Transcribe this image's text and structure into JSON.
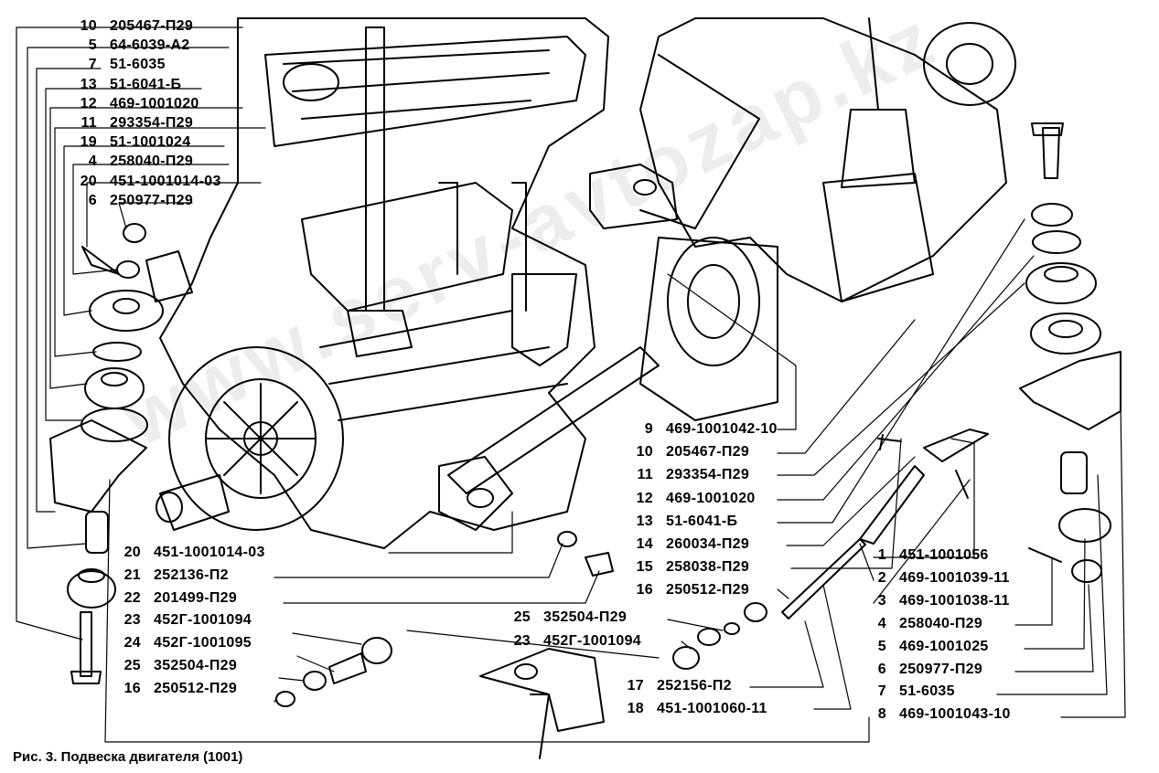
{
  "watermark": "www.serv-avtozap.kz",
  "caption": "Рис. 3. Подвеска двигателя (1001)",
  "labels_top_left": [
    {
      "num": "10",
      "part": "205467-П29"
    },
    {
      "num": "5",
      "part": "64-6039-А2"
    },
    {
      "num": "7",
      "part": "51-6035"
    },
    {
      "num": "13",
      "part": "51-6041-Б"
    },
    {
      "num": "12",
      "part": "469-1001020"
    },
    {
      "num": "11",
      "part": "293354-П29"
    },
    {
      "num": "19",
      "part": "51-1001024"
    },
    {
      "num": "4",
      "part": "258040-П29"
    },
    {
      "num": "20",
      "part": "451-1001014-03"
    },
    {
      "num": "6",
      "part": "250977-П29"
    }
  ],
  "labels_bottom_left": [
    {
      "num": "20",
      "part": "451-1001014-03"
    },
    {
      "num": "21",
      "part": "252136-П2"
    },
    {
      "num": "22",
      "part": "201499-П29"
    },
    {
      "num": "23",
      "part": "452Г-1001094"
    },
    {
      "num": "24",
      "part": "452Г-1001095"
    },
    {
      "num": "25",
      "part": "352504-П29"
    },
    {
      "num": "16",
      "part": "250512-П29"
    }
  ],
  "labels_center": [
    {
      "num": "9",
      "part": "469-1001042-10"
    },
    {
      "num": "10",
      "part": "205467-П29"
    },
    {
      "num": "11",
      "part": "293354-П29"
    },
    {
      "num": "12",
      "part": "469-1001020"
    },
    {
      "num": "13",
      "part": "51-6041-Б"
    },
    {
      "num": "14",
      "part": "260034-П29"
    },
    {
      "num": "15",
      "part": "258038-П29"
    },
    {
      "num": "16",
      "part": "250512-П29"
    }
  ],
  "labels_center_bottom": [
    {
      "num": "25",
      "part": "352504-П29"
    },
    {
      "num": "23",
      "part": "452Г-1001094"
    },
    {
      "num": "17",
      "part": "252156-П2"
    },
    {
      "num": "18",
      "part": "451-1001060-11"
    }
  ],
  "labels_right": [
    {
      "num": "1",
      "part": "451-1001056"
    },
    {
      "num": "2",
      "part": "469-1001039-11"
    },
    {
      "num": "3",
      "part": "469-1001038-11"
    },
    {
      "num": "4",
      "part": "258040-П29"
    },
    {
      "num": "5",
      "part": "469-1001025"
    },
    {
      "num": "6",
      "part": "250977-П29"
    },
    {
      "num": "7",
      "part": "51-6035"
    },
    {
      "num": "8",
      "part": "469-1001043-10"
    }
  ]
}
